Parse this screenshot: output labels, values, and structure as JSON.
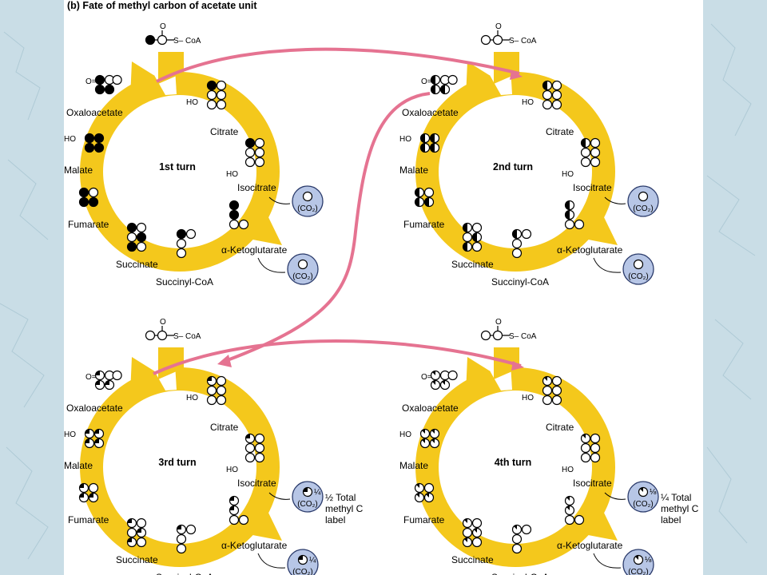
{
  "title": "(b) Fate of methyl carbon of acetate unit",
  "colors": {
    "cycle": "#f4c81c",
    "arrow": "#e57391",
    "co2_fill": "#b7c6e6",
    "co2_stroke": "#2b3b6b",
    "background": "#c9dde6"
  },
  "acetyl_label": "S– CoA",
  "co2_label": "(CO₂)",
  "ho": "HO",
  "oxo": "O=",
  "alpha_prefix": "α-",
  "turns": [
    {
      "name": "1st turn",
      "labels": {
        "oxaloacetate": "Oxaloacetate",
        "citrate": "Citrate",
        "malate": "Malate",
        "isocitrate": "Isocitrate",
        "fumarate": "Fumarate",
        "akg": "Ketoglutarate",
        "succinate": "Succinate",
        "succoa": "Succinyl-CoA"
      }
    },
    {
      "name": "2nd turn",
      "labels": {
        "oxaloacetate": "Oxaloacetate",
        "citrate": "Citrate",
        "malate": "Malate",
        "isocitrate": "Isocitrate",
        "fumarate": "Fumarate",
        "akg": "Ketoglutarate",
        "succinate": "Succinate",
        "succoa": "Succinyl-CoA"
      }
    },
    {
      "name": "3rd turn",
      "labels": {
        "oxaloacetate": "Oxaloacetate",
        "citrate": "Citrate",
        "malate": "Malate",
        "isocitrate": "Isocitrate",
        "fumarate": "Fumarate",
        "akg": "Ketoglutarate",
        "succinate": "Succinate",
        "succoa": "Succinyl-CoA"
      },
      "co2_badges": [
        "¼",
        "¼"
      ],
      "note": [
        "½ Total",
        "methyl C",
        "label"
      ]
    },
    {
      "name": "4th turn",
      "labels": {
        "oxaloacetate": "Oxaloacetate",
        "citrate": "Citrate",
        "malate": "Malate",
        "isocitrate": "Isocitrate",
        "fumarate": "Fumarate",
        "akg": "Ketoglutarate",
        "succinate": "Succinate",
        "succoa": "Succinyl-CoA"
      },
      "co2_badges": [
        "⅛",
        "⅛"
      ],
      "note": [
        "¼ Total",
        "methyl C",
        "label"
      ]
    }
  ]
}
